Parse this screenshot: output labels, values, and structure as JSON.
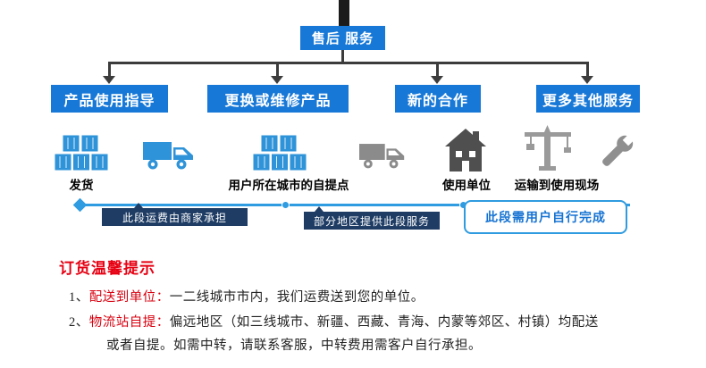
{
  "flowchart": {
    "root_label": "售后 服务",
    "branches": [
      {
        "label": "产品使用指导"
      },
      {
        "label": "更换或维修产品"
      },
      {
        "label": "新的合作"
      },
      {
        "label": "更多其他服务"
      }
    ]
  },
  "logistics": {
    "stops": {
      "shipping": "发货",
      "pickup_point": "用户所在城市的自提点",
      "usage_unit": "使用单位",
      "transport_site": "运输到使用现场"
    },
    "segments": [
      {
        "label": "此段运费由商家承担"
      },
      {
        "label": "部分地区提供此段服务"
      },
      {
        "label": "此段需用户自行完成"
      }
    ],
    "icons": [
      "cargo-boxes",
      "truck",
      "cargo-boxes",
      "truck",
      "building",
      "tower-crane",
      "wrench"
    ]
  },
  "tips": {
    "title": "订货温馨提示",
    "items": [
      {
        "num": "1、",
        "highlight": "配送到单位：",
        "text": "一二线城市市内，我们运费送到您的单位。"
      },
      {
        "num": "2、",
        "highlight": "物流站自提：",
        "text": "偏远地区（如三线城市、新疆、西藏、青海、内蒙等郊区、村镇）均配送",
        "text_cont": "或者自提。如需中转，请联系客服，中转费用需客户自行承担。"
      }
    ]
  },
  "colors": {
    "node_blue": "#1778d7",
    "timeline_blue": "#2f9be0",
    "segment_navy": "#1e3c64",
    "highlight_red": "#d7000f",
    "title_red": "#e60012"
  }
}
